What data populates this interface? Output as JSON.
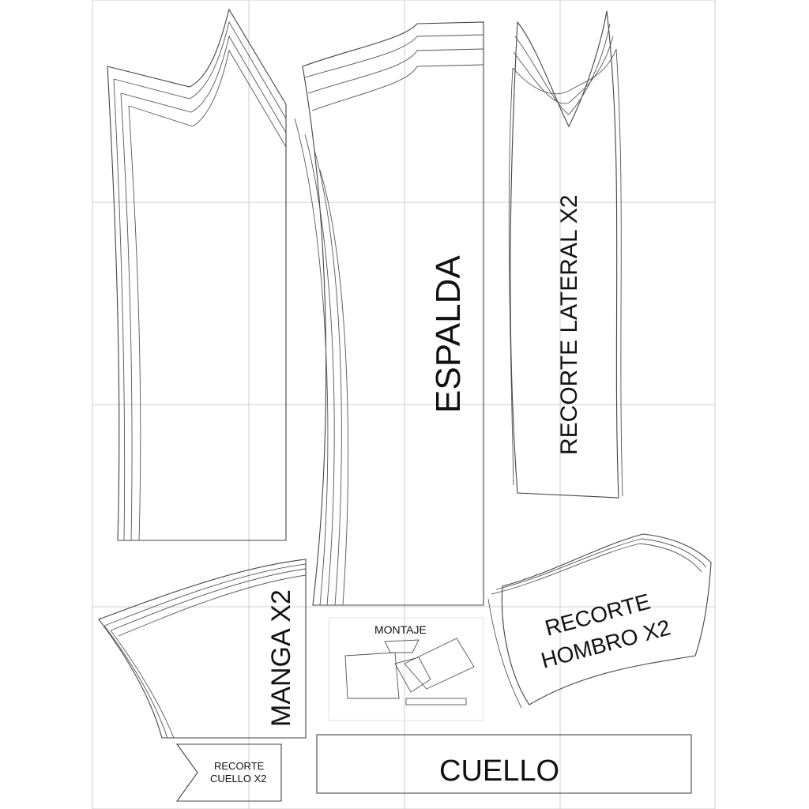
{
  "sheet": {
    "pieces": {
      "espalda": {
        "label": "ESPALDA"
      },
      "recorte_lateral": {
        "label": "RECORTE LATERAL X2"
      },
      "manga": {
        "label": "MANGA X2"
      },
      "montaje": {
        "label": "MONTAJE"
      },
      "recorte_hombro": {
        "line1": "RECORTE",
        "line2": "HOMBRO X2"
      },
      "recorte_cuello": {
        "line1": "RECORTE",
        "line2": "CUELLO X2"
      },
      "cuello": {
        "label": "CUELLO"
      }
    },
    "colors": {
      "line": "#444444",
      "grid": "#cfcfcf",
      "background": "#ffffff"
    }
  }
}
